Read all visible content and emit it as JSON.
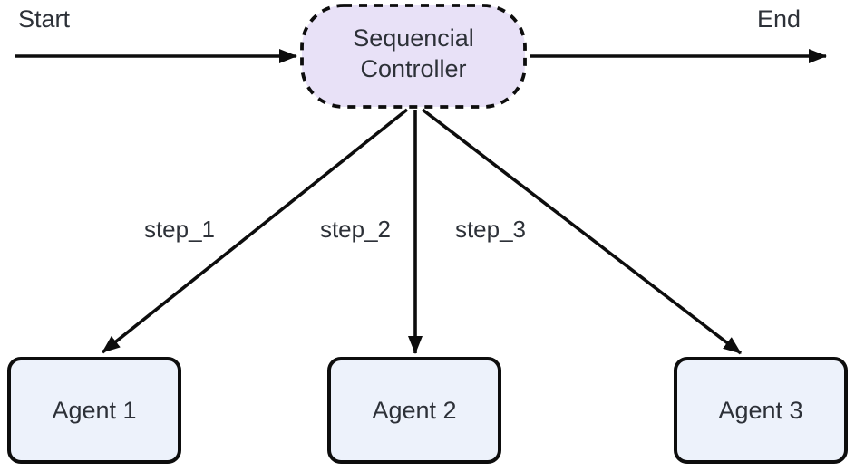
{
  "diagram": {
    "type": "flowchart",
    "nodes": {
      "controller": {
        "shape": "stadium-dashed",
        "label_lines": [
          "Sequencial",
          "Controller"
        ]
      },
      "agent1": {
        "shape": "rounded-rect",
        "label": "Agent 1"
      },
      "agent2": {
        "shape": "rounded-rect",
        "label": "Agent 2"
      },
      "agent3": {
        "shape": "rounded-rect",
        "label": "Agent 3"
      }
    },
    "labels": {
      "start": "Start",
      "end": "End",
      "step1": "step_1",
      "step2": "step_2",
      "step3": "step_3"
    },
    "colors": {
      "controller_fill": "#e8e1f7",
      "agent_fill": "#edf2fb",
      "line": "#0d0d0d",
      "text": "#2d3138",
      "background": "#ffffff"
    }
  }
}
